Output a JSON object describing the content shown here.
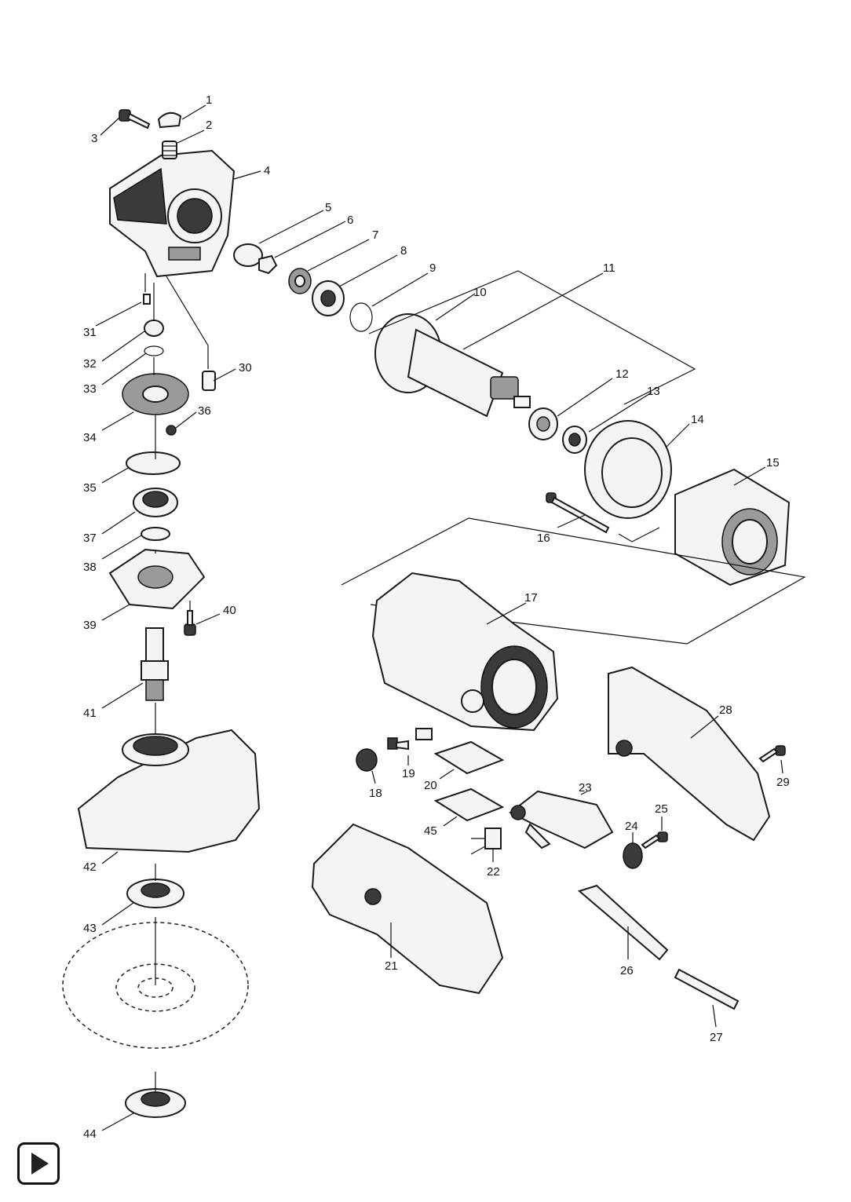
{
  "labels": {
    "p1": "1",
    "p2": "2",
    "p3": "3",
    "p4": "4",
    "p5": "5",
    "p6": "6",
    "p7": "7",
    "p8": "8",
    "p9": "9",
    "p10": "10",
    "p11": "11",
    "p12": "12",
    "p13": "13",
    "p14": "14",
    "p15": "15",
    "p16": "16",
    "p17": "17",
    "p18": "18",
    "p19": "19",
    "p20": "20",
    "p21": "21",
    "p22": "22",
    "p23": "23",
    "p24": "24",
    "p25": "25",
    "p26": "26",
    "p27": "27",
    "p28": "28",
    "p29": "29",
    "p30": "30",
    "p31": "31",
    "p32": "32",
    "p33": "33",
    "p34": "34",
    "p35": "35",
    "p36": "36",
    "p37": "37",
    "p38": "38",
    "p39": "39",
    "p40": "40",
    "p41": "41",
    "p42": "42",
    "p43": "43",
    "p44": "44",
    "p45": "45"
  },
  "icons": {
    "play": "play-icon"
  }
}
